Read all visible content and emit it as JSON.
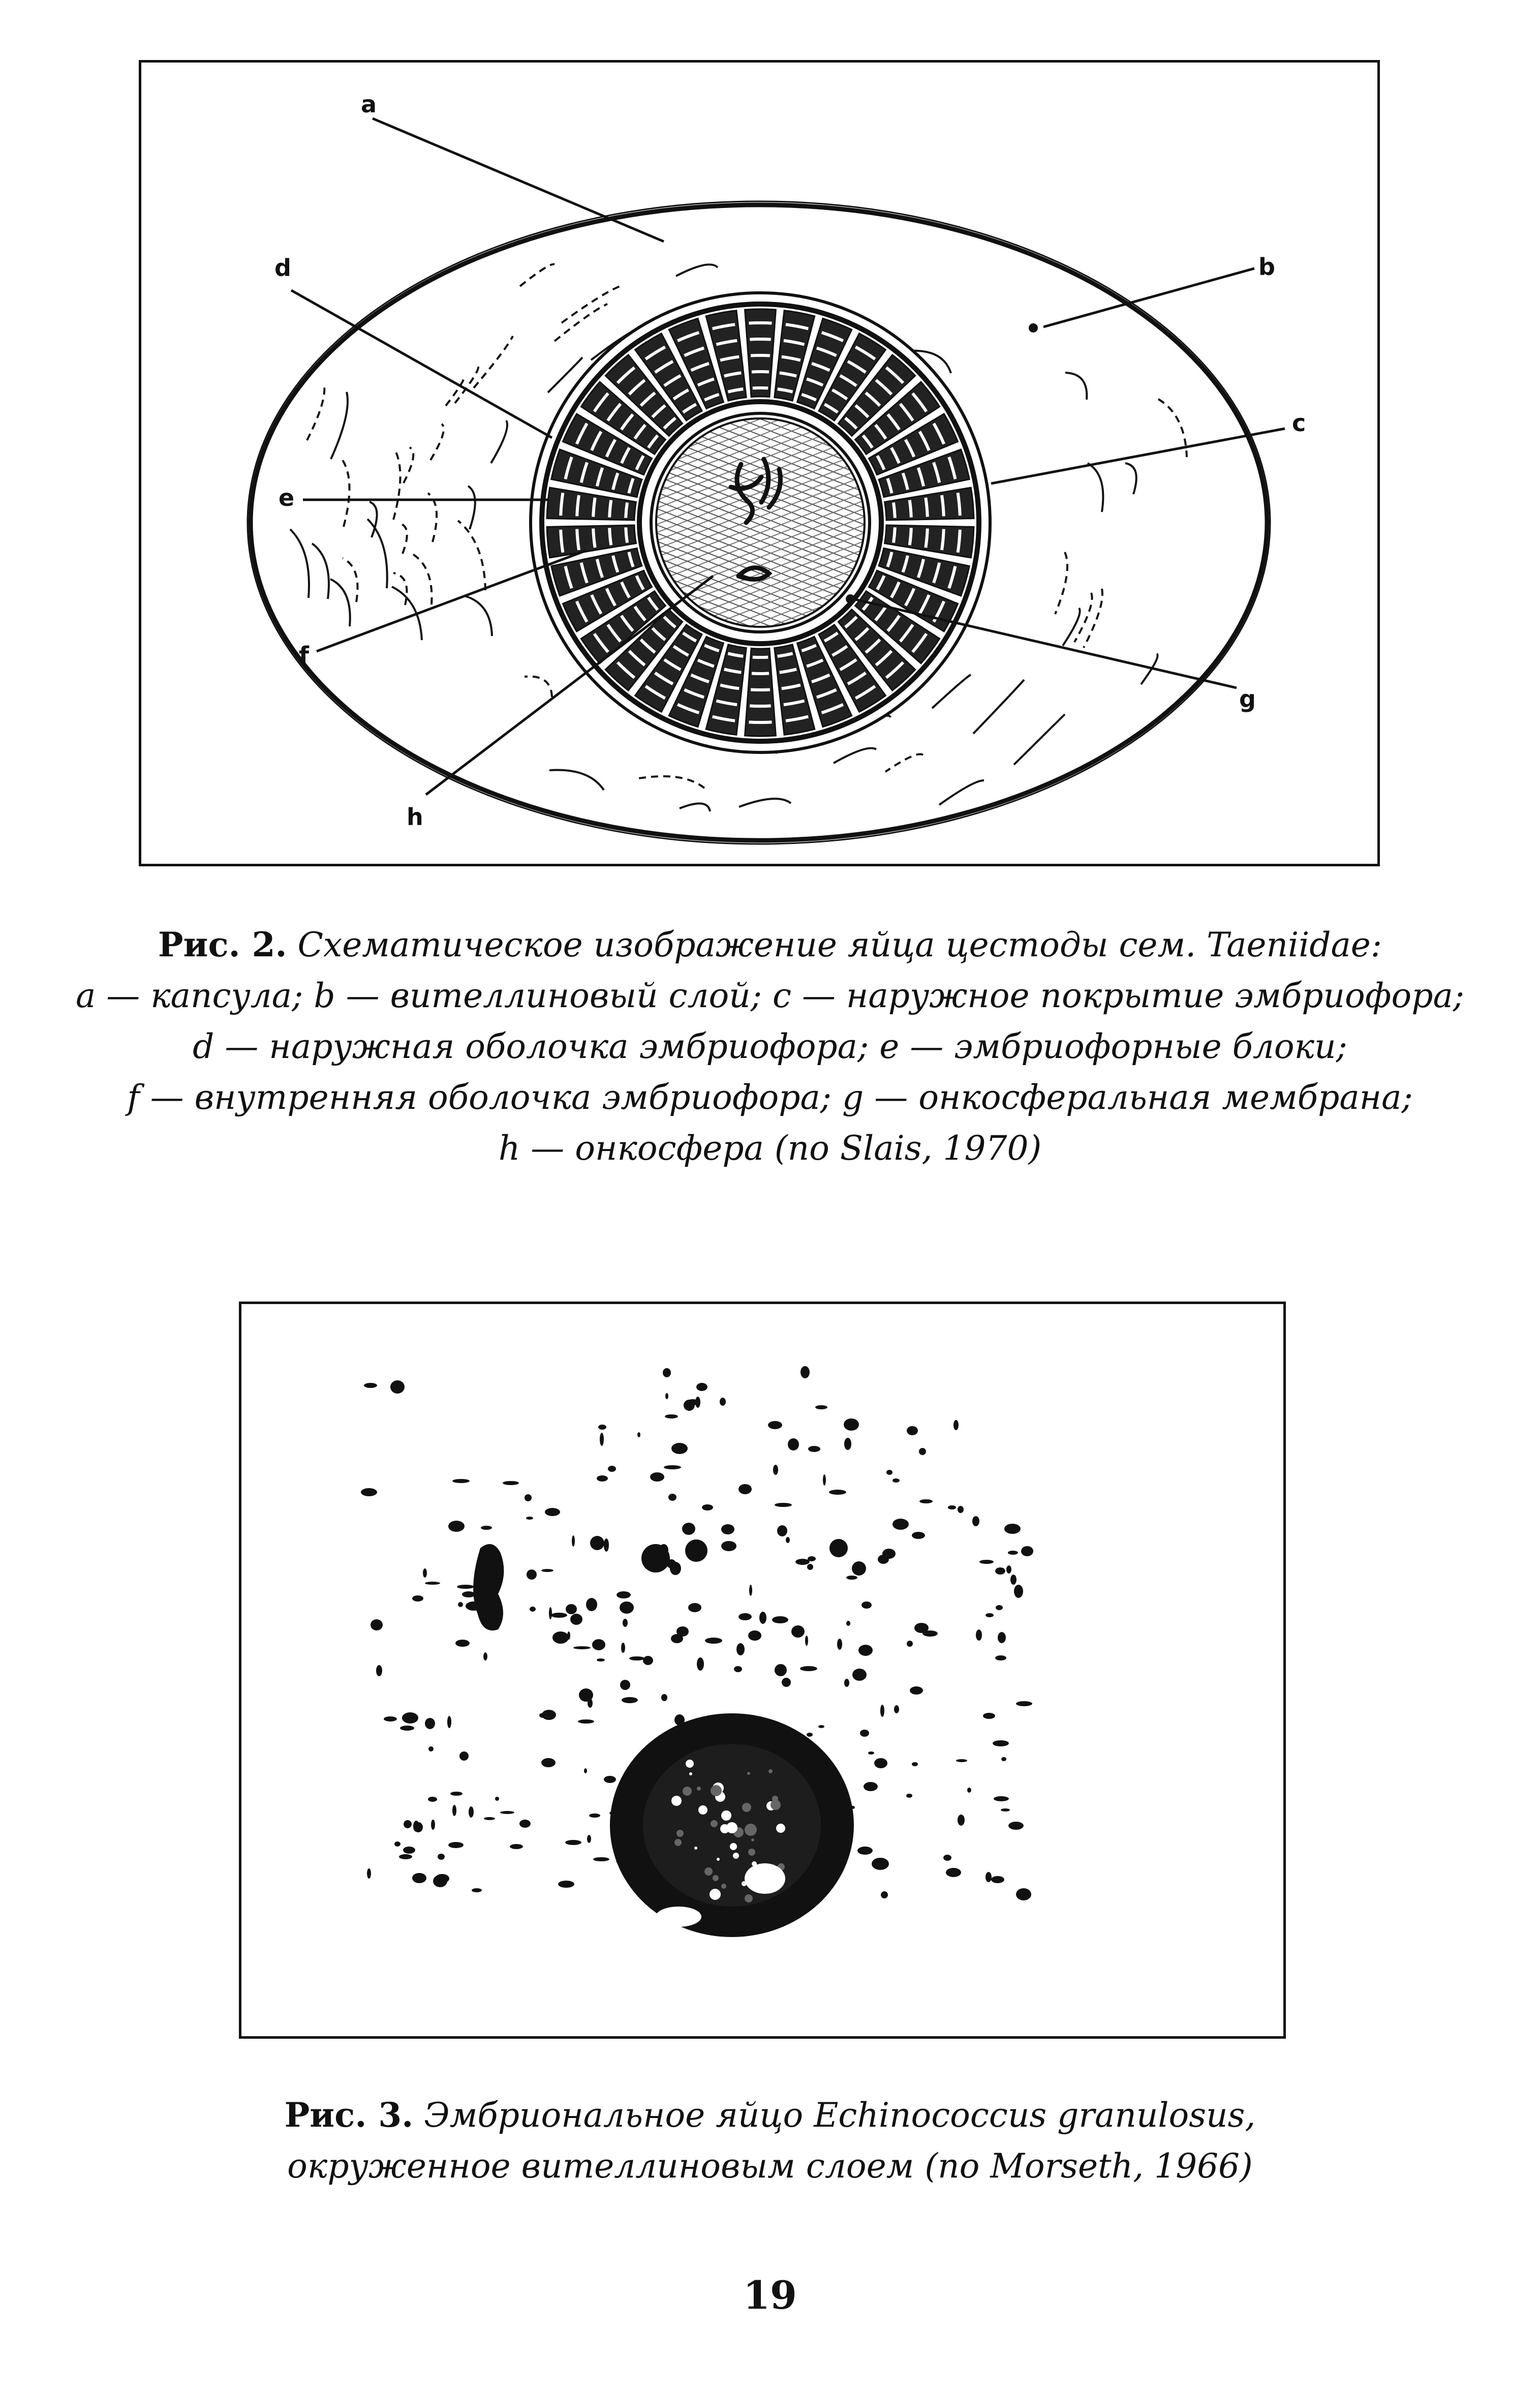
{
  "figure2": {
    "labels": {
      "a": "a",
      "b": "b",
      "c": "c",
      "d": "d",
      "e": "e",
      "f": "f",
      "g": "g",
      "h": "h"
    },
    "caption": {
      "prefix": "Рис. 2.",
      "title": " Схематическое изображение яйца цестоды сем. Taeniidae:",
      "lines": [
        "а — капсула; b — вителлиновый слой; с — наружное покрытие эмбриофора;",
        "d — наружная оболочка эмбриофора; е — эмбриофорные блоки;",
        "f — внутренняя оболочка эмбриофора; g — онкосферальная мембрана;",
        "h — онкосфера (по Slais, 1970)"
      ]
    }
  },
  "figure3": {
    "caption": {
      "prefix": "Рис. 3.",
      "title": " Эмбриональное яйцо Echinococcus granulosus,",
      "lines": [
        "окруженное вителлиновым слоем (по Morseth, 1966)"
      ]
    }
  },
  "page_number": "19"
}
